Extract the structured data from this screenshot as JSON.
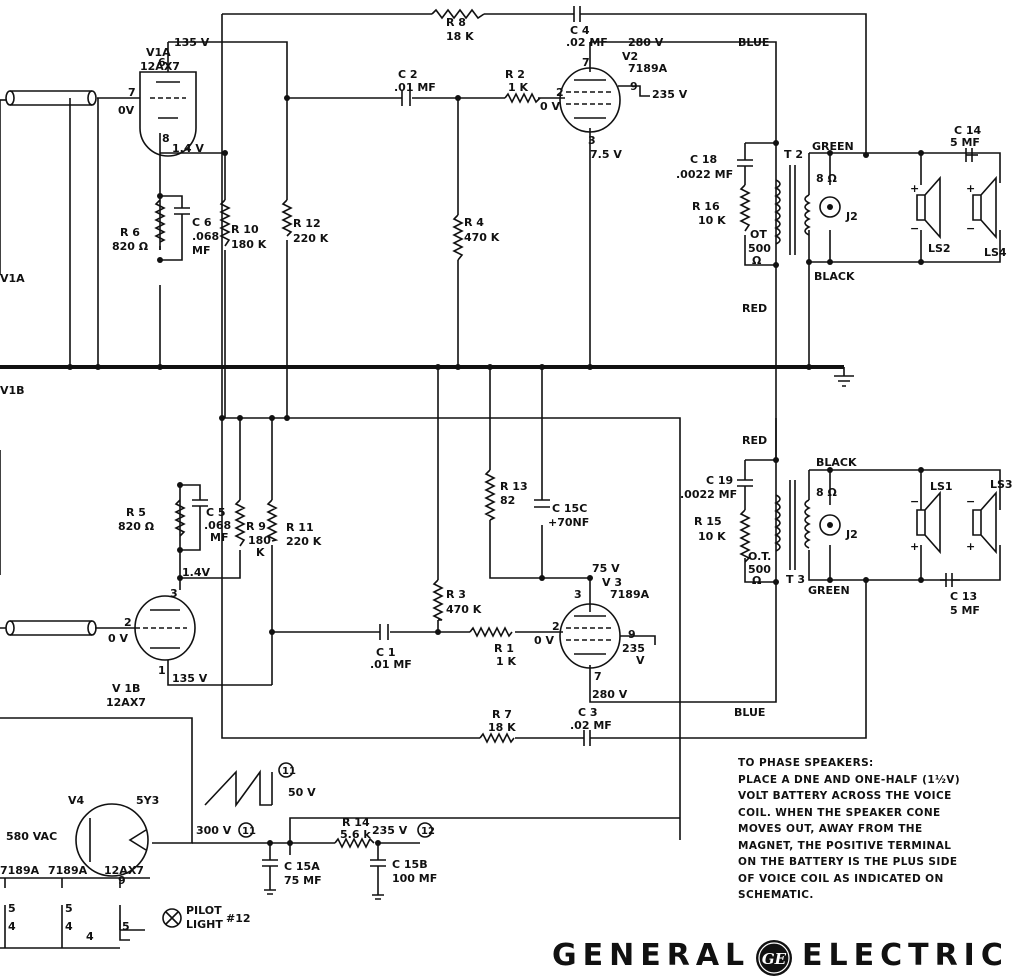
{
  "diagram": {
    "tubes": {
      "v1a": {
        "name": "V1A",
        "type": "12AX7",
        "pin_plate": "6",
        "pin_grid": "7",
        "pin_cathode": "8",
        "plate_v": "135 V",
        "grid_v": "0V",
        "cathode_v": "1.4 V"
      },
      "v1b": {
        "name": "V 1B",
        "type": "12AX7",
        "pin_plate": "3",
        "pin_grid": "2",
        "pin_cathode": "1",
        "plate_v": "135 V",
        "grid_v": "0 V",
        "cathode_v": "1.4V"
      },
      "v2": {
        "name": "V2",
        "type": "7189A",
        "pin_plate": "7",
        "pin_grid": "2",
        "pin_screen": "9",
        "pin_cathode": "3",
        "plate_v": "280 V",
        "grid_v": "0 V",
        "screen_v": "235 V",
        "cathode_v": "7.5 V"
      },
      "v3": {
        "name": "V 3",
        "type": "7189A",
        "pin_cathode": "3",
        "pin_grid": "2",
        "pin_screen": "9",
        "pin_plate": "7",
        "cathode_v": "75 V",
        "grid_v": "0 V",
        "screen_v": "235",
        "screen_v_unit": "V",
        "plate_v": "280 V"
      },
      "v4": {
        "name": "V4",
        "type": "5Y3"
      }
    },
    "resistors": {
      "r1": {
        "name": "R 1",
        "value": "1 K"
      },
      "r2": {
        "name": "R 2",
        "value": "1 K"
      },
      "r3": {
        "name": "R 3",
        "value": "470 K"
      },
      "r4": {
        "name": "R 4",
        "value": "470 K"
      },
      "r5": {
        "name": "R 5",
        "value": "820 Ω"
      },
      "r6": {
        "name": "R 6",
        "value": "820 Ω"
      },
      "r7": {
        "name": "R 7",
        "value": "18 K"
      },
      "r8": {
        "name": "R 8",
        "value": "18 K"
      },
      "r9": {
        "name": "R 9",
        "value": "180",
        "value_unit": "K"
      },
      "r10": {
        "name": "R 10",
        "value": "180 K"
      },
      "r11": {
        "name": "R 11",
        "value": "220 K"
      },
      "r12": {
        "name": "R 12",
        "value": "220 K"
      },
      "r13": {
        "name": "R 13",
        "value": "82"
      },
      "r14": {
        "name": "R 14",
        "value": "5.6 k"
      },
      "r15": {
        "name": "R 15",
        "value": "10 K"
      },
      "r16": {
        "name": "R 16",
        "value": "10 K"
      }
    },
    "capacitors": {
      "c1": {
        "name": "C 1",
        "value": ".01 MF"
      },
      "c2": {
        "name": "C 2",
        "value": ".01 MF"
      },
      "c3": {
        "name": "C 3",
        "value": ".02 MF"
      },
      "c4": {
        "name": "C 4",
        "value": ".02 MF"
      },
      "c5": {
        "name": "C 5",
        "value": ".068",
        "value_unit": "MF"
      },
      "c6": {
        "name": "C 6",
        "value": ".068",
        "value_unit": "MF"
      },
      "c13": {
        "name": "C 13",
        "value": "5 MF"
      },
      "c14": {
        "name": "C 14",
        "value": "5 MF"
      },
      "c15a": {
        "name": "C 15A",
        "value": "75 MF"
      },
      "c15b": {
        "name": "C 15B",
        "value": "100 MF"
      },
      "c15c": {
        "name": "C 15C",
        "value": "+70NF"
      },
      "c18": {
        "name": "C 18",
        "value": ".0022 MF"
      },
      "c19": {
        "name": "C 19",
        "value": ".0022 MF"
      }
    },
    "transformers": {
      "t2": {
        "name": "T 2",
        "primary": "OT",
        "primary_ohms": "500",
        "primary_unit": "Ω",
        "secondary_ohms": "8 Ω"
      },
      "t3": {
        "name": "T 3",
        "primary": "O.T.",
        "primary_ohms": "500",
        "primary_unit": "Ω",
        "secondary_ohms": "8 Ω"
      }
    },
    "jacks": {
      "j2_top": "J2",
      "j2_bottom": "J2"
    },
    "speakers": {
      "ls1": "LS1",
      "ls2": "LS2",
      "ls3": "LS3",
      "ls4": "LS4"
    },
    "wire_colors": {
      "top_blue": "BLUE",
      "top_green": "GREEN",
      "top_black": "BLACK",
      "top_red": "RED",
      "bot_red": "RED",
      "bot_black": "BLACK",
      "bot_green": "GREEN",
      "bot_blue": "BLUE"
    },
    "polarity": {
      "plus": "+",
      "minus": "−"
    },
    "power_supply": {
      "ac_voltage": "580 VAC",
      "b_plus": "300 V",
      "b_plus_node": "11",
      "screen_supply": "235 V",
      "screen_node": "12",
      "ripple_node": "11",
      "ripple_v": "50 V",
      "heaters": [
        "7189A",
        "7189A",
        "12AX7"
      ],
      "heater_pins": [
        "5",
        "4",
        "5",
        "4",
        "9",
        "4",
        "5"
      ],
      "pilot_light": "PILOT",
      "pilot_light_2": "LIGHT",
      "pilot_number": "#12"
    },
    "edge_labels": {
      "v1a_edge": "V1A",
      "v1b_edge": "V1B"
    }
  },
  "note": {
    "lines": [
      "TO PHASE SPEAKERS:",
      "PLACE A DNE AND ONE-HALF (1½V)",
      "VOLT BATTERY ACROSS THE VOICE",
      "COIL. WHEN THE SPEAKER CONE",
      "MOVES OUT, AWAY FROM THE",
      "MAGNET, THE POSITIVE TERMINAL",
      "ON THE BATTERY IS THE PLUS SIDE",
      "OF VOICE COIL AS INDICATED ON",
      "SCHEMATIC."
    ]
  },
  "brand": {
    "left": "GENERAL",
    "right": "ELECTRIC",
    "logo_text": "GE"
  }
}
